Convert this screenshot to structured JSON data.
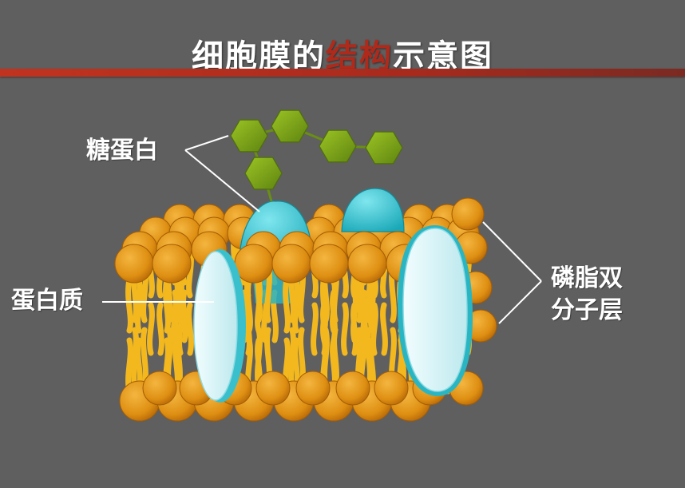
{
  "title": {
    "prefix": "细胞膜的",
    "highlight": "结构",
    "suffix": "示意图"
  },
  "labels": {
    "glycoprotein": "糖蛋白",
    "protein": "蛋白质",
    "bilayer_line1": "磷脂双",
    "bilayer_line2": "分子层"
  },
  "colors": {
    "background": "#5f5f5f",
    "title_rule": "#b8301e",
    "phospholipid_head": "#e39a16",
    "phospholipid_tail": "#f2b81e",
    "protein": "#3fc4cf",
    "protein_pale": "#d6f6f8",
    "sugar": "#7fa61a"
  }
}
